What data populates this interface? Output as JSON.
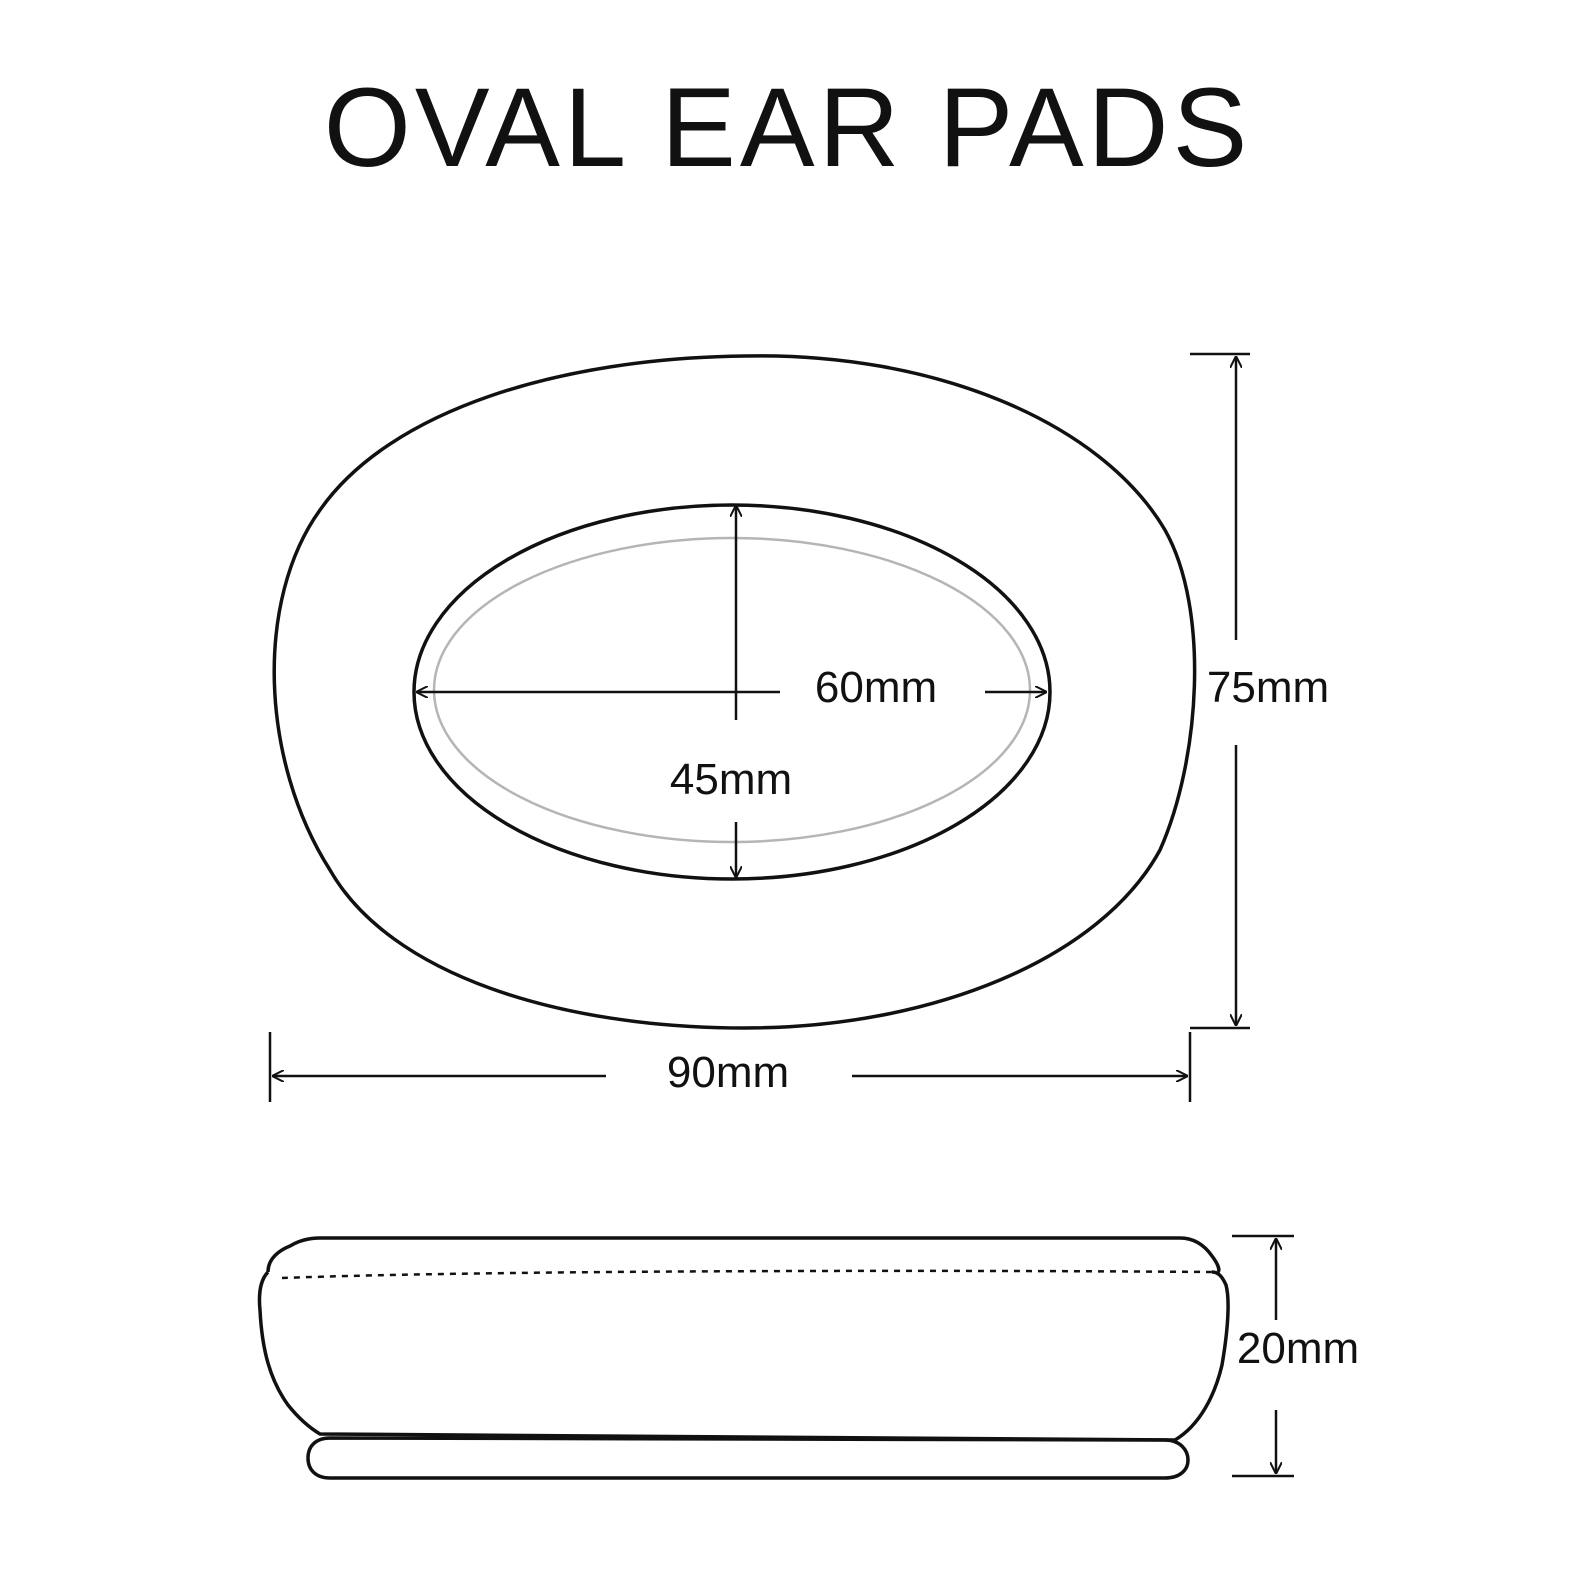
{
  "title": "OVAL EAR PADS",
  "dimensions": {
    "outer_width": "90mm",
    "outer_height": "75mm",
    "inner_width": "60mm",
    "inner_height": "45mm",
    "thickness": "20mm"
  },
  "colors": {
    "line": "#111111",
    "inner_ring": "#b5b5b5",
    "background": "#ffffff"
  }
}
